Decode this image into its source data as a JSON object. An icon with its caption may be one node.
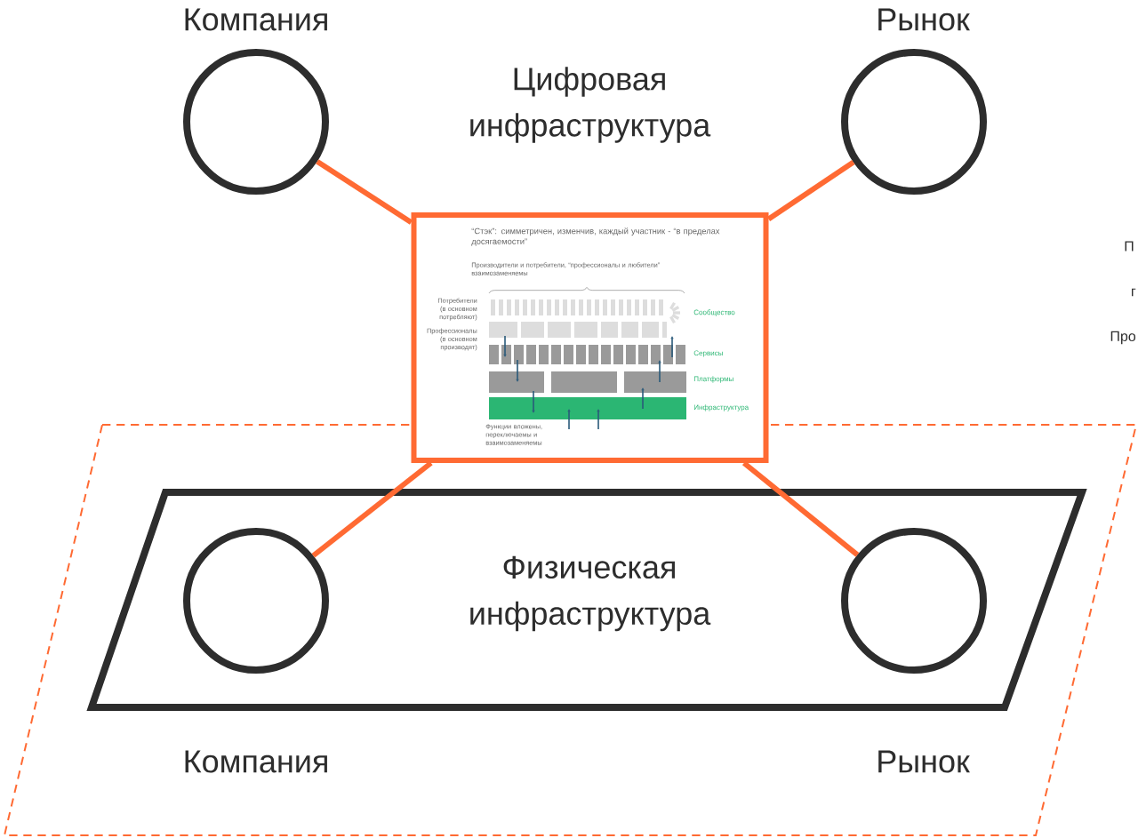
{
  "diagram": {
    "nodes": [
      {
        "text": [],
        "shape": "circle",
        "beside": [
          "Компания"
        ]
      },
      {
        "text": [],
        "shape": "circle",
        "beside": [
          "Рынок"
        ]
      },
      {
        "text": [
          "“Стэк”: симметричен, изменчив, каждый участник - “в пределах досягаемости”",
          "Производители и потребители, “профессионалы и любители” взаимозаменяемы",
          "Потребители (в основном потребляют)",
          "Профессионалы (в основном производят)",
          "Сообщество",
          "Сервисы",
          "Платформы",
          "Инфраструктура",
          "Функции вложены, переключаемы и взаимозаменяемы"
        ]
      },
      {
        "text": [],
        "shape": "box"
      },
      {
        "text": [
          "Физическая инфраструктура"
        ],
        "in": 3
      },
      {
        "text": [],
        "shape": "circle",
        "in": 4,
        "beside": [
          "Компания"
        ]
      },
      {
        "text": [],
        "shape": "circle",
        "in": 4,
        "beside": [
          "Рынок"
        ]
      }
    ],
    "edges": [
      {
        "from": 0,
        "to": 2,
        "arrow": "none"
      },
      {
        "from": 1,
        "to": 2,
        "arrow": "none"
      },
      {
        "from": 2,
        "to": 5,
        "arrow": "none"
      },
      {
        "from": 2,
        "to": 6,
        "arrow": "none"
      }
    ],
    "labels": [
      "Цифровая инфраструктура",
      "П",
      "г",
      "Про"
    ]
  }
}
